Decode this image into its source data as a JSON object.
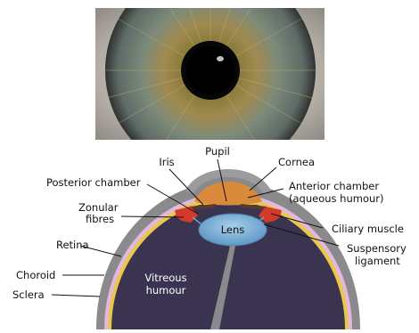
{
  "photo": {
    "subject": "iris-closeup"
  },
  "labels": {
    "pupil": "Pupil",
    "iris": "Iris",
    "cornea": "Cornea",
    "posterior_chamber": "Posterior chamber",
    "anterior_chamber_line1": "Anterior chamber",
    "anterior_chamber_line2": "(aqueous humour)",
    "zonular_line1": "Zonular",
    "zonular_line2": "fibres",
    "ciliary_muscle": "Ciliary muscle",
    "lens": "Lens",
    "suspensory_line1": "Suspensory",
    "suspensory_line2": "ligament",
    "retina": "Retina",
    "choroid": "Choroid",
    "sclera": "Sclera",
    "vitreous_line1": "Vitreous",
    "vitreous_line2": "humour"
  },
  "colors": {
    "sclera": "#8a8a8c",
    "eyeball_interior": "#3b3450",
    "lens": "#7ab0d6",
    "ciliary": "#d33a2c",
    "choroid": "#e3b8df",
    "retina": "#e8c84a",
    "anterior_chamber": "#d98a3a"
  }
}
